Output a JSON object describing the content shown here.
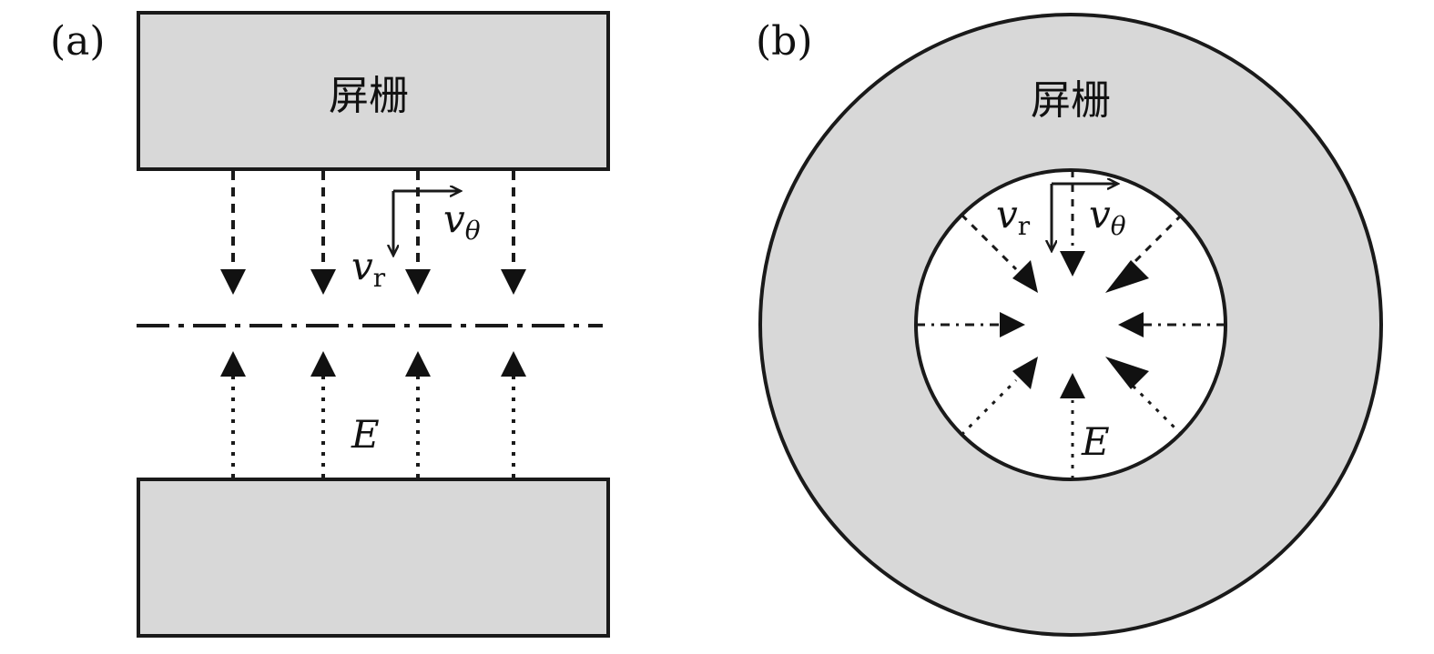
{
  "panel_a": {
    "label": "(a)",
    "top_plate_label": "屏栅",
    "vr_symbol": "v",
    "vr_subscript": "r",
    "vtheta_symbol": "v",
    "vtheta_subscript": "θ",
    "field_symbol": "E"
  },
  "panel_b": {
    "label": "(b)",
    "ring_label": "屏栅",
    "vr_symbol": "v",
    "vr_subscript": "r",
    "vtheta_symbol": "v",
    "vtheta_subscript": "θ",
    "field_symbol": "E"
  },
  "colors": {
    "plate_fill": "#d8d8d8",
    "stroke": "#1a1a1a",
    "background": "#ffffff"
  }
}
